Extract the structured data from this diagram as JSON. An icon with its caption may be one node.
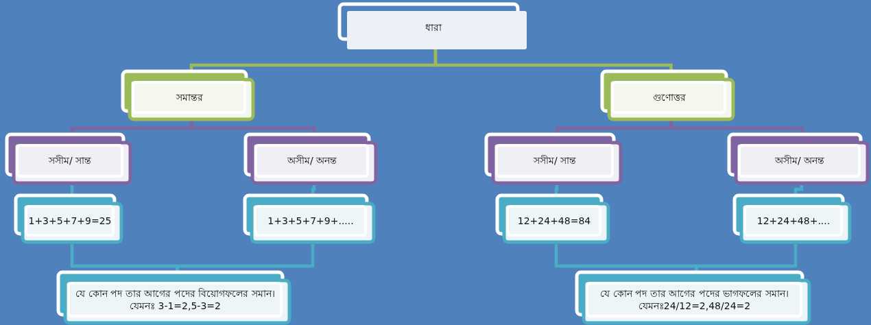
{
  "diagram": {
    "nodes": [
      {
        "text": [
          "ধারা"
        ]
      },
      {
        "text": [
          "সমান্তর"
        ]
      },
      {
        "text": [
          "সসীম/ সান্ত"
        ]
      },
      {
        "text": [
          "অসীম/ অনন্ত"
        ]
      },
      {
        "text": [
          "1+3+5+7+9=25"
        ]
      },
      {
        "text": [
          "1+3+5+7+9+....."
        ]
      },
      {
        "text": [
          "যে কোন পদ তার আগের পদের বিয়োগফলের সমান।",
          "যেমনঃ 3-1=2,5-3=2"
        ]
      },
      {
        "text": [
          "গুণোত্তর"
        ]
      },
      {
        "text": [
          "সসীম/ সান্ত"
        ]
      },
      {
        "text": [
          "অসীম/ অনন্ত"
        ]
      },
      {
        "text": [
          "12+24+48=84"
        ]
      },
      {
        "text": [
          "12+24+48+...."
        ]
      },
      {
        "text": [
          "যে কোন পদ তার আগের পদের ভাগফলের সমান।",
          "যেমনঃ24/12=2,48/24=2"
        ]
      }
    ],
    "edges": [
      {
        "from": 0,
        "to": 1,
        "arrow": "none",
        "color": "#9bbb59"
      },
      {
        "from": 0,
        "to": 7,
        "arrow": "none",
        "color": "#9bbb59"
      },
      {
        "from": 1,
        "to": 2,
        "arrow": "none",
        "color": "#8064a2"
      },
      {
        "from": 1,
        "to": 3,
        "arrow": "none",
        "color": "#8064a2"
      },
      {
        "from": 2,
        "to": 4,
        "arrow": "none"
      },
      {
        "from": 3,
        "to": 5,
        "arrow": "none"
      },
      {
        "from": 4,
        "to": 6,
        "arrow": "none"
      },
      {
        "from": 5,
        "to": 6,
        "arrow": "none"
      },
      {
        "from": 7,
        "to": 8,
        "arrow": "none",
        "color": "#8064a2"
      },
      {
        "from": 7,
        "to": 9,
        "arrow": "none",
        "color": "#8064a2"
      },
      {
        "from": 8,
        "to": 10,
        "arrow": "none"
      },
      {
        "from": 9,
        "to": 11,
        "arrow": "none"
      },
      {
        "from": 10,
        "to": 12,
        "arrow": "none"
      },
      {
        "from": 11,
        "to": 12,
        "arrow": "none"
      }
    ]
  }
}
